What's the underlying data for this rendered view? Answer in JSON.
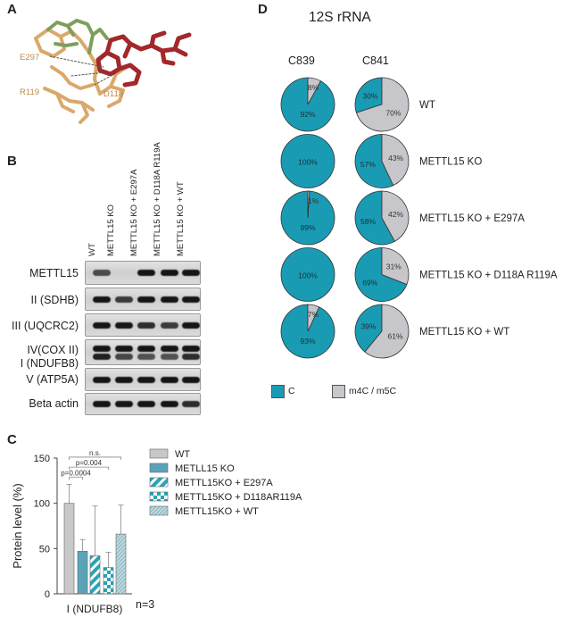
{
  "panels": {
    "A": "A",
    "B": "B",
    "C": "C",
    "D": "D"
  },
  "structure": {
    "residue_labels": [
      "E297",
      "R119",
      "D118"
    ],
    "colors": {
      "residue": "#d9a96a",
      "protein_green": "#7e9e5c",
      "rna_red": "#a3282b"
    }
  },
  "blot": {
    "lanes": [
      "WT",
      "METTL15 KO",
      "METTL15 KO + E297A",
      "METTL15 KO + D118A R119A",
      "METTL15 KO + WT"
    ],
    "rows": [
      {
        "label": "METTL15",
        "bands": [
          0.55,
          0,
          1,
          1,
          1
        ]
      },
      {
        "label": "II (SDHB)",
        "bands": [
          1,
          0.7,
          1,
          1,
          1
        ]
      },
      {
        "label": "III (UQCRC2)",
        "bands": [
          1,
          1,
          0.8,
          0.7,
          1
        ]
      },
      {
        "label_top": "IV(COX II)",
        "label_bottom": "I (NDUFB8)",
        "bands": [
          1,
          1,
          1,
          1,
          1
        ],
        "bands2": [
          0.9,
          0.6,
          0.5,
          0.5,
          0.8
        ]
      },
      {
        "label": "V (ATP5A)",
        "bands": [
          1,
          1,
          1,
          1,
          1
        ]
      },
      {
        "label": "Beta actin",
        "bands": [
          1,
          1,
          1,
          1,
          0.8
        ]
      }
    ]
  },
  "chart_data": {
    "type": "bar",
    "categories": [
      "WT",
      "METLL15 KO",
      "METTL15KO + E297A",
      "METTL15KO + D118AR119A",
      "METTL15KO + WT"
    ],
    "values": [
      100,
      47,
      42,
      29,
      66
    ],
    "errors": [
      21,
      13,
      55,
      17,
      32
    ],
    "colors": [
      "#c8c8c8",
      "#5aa4b8",
      "#28a4b4",
      "#28a4b4",
      "#a9c9cf"
    ],
    "patterns": [
      "solid",
      "solid",
      "stripes",
      "checker",
      "fine-stripes"
    ],
    "ylabel": "Protein level (%)",
    "xlabel": "I (NDUFB8)",
    "ylim": [
      0,
      150
    ],
    "yticks": [
      "0",
      "50",
      "100",
      "150"
    ],
    "significance": [
      "n.s.",
      "p=0.004",
      "p=0.0004"
    ],
    "n_label": "n=3"
  },
  "pies": {
    "title": "12S rRNA",
    "columns": [
      "C839",
      "C841"
    ],
    "colors": {
      "c": "#1a9bb4",
      "m": "#c7c6ca"
    },
    "rows": [
      {
        "label": "WT",
        "left": {
          "c": 92,
          "m": 8,
          "c_label": "92%",
          "m_label": "8%"
        },
        "right": {
          "c": 30,
          "m": 70,
          "c_label": "30%",
          "m_label": "70%"
        }
      },
      {
        "label": "METTL15 KO",
        "left": {
          "c": 100,
          "m": 0,
          "c_label": "100%",
          "m_label": ""
        },
        "right": {
          "c": 57,
          "m": 43,
          "c_label": "57%",
          "m_label": "43%"
        }
      },
      {
        "label": "METTL15 KO + E297A",
        "left": {
          "c": 99,
          "m": 1,
          "c_label": "99%",
          "m_label": "1%"
        },
        "right": {
          "c": 58,
          "m": 42,
          "c_label": "58%",
          "m_label": "42%"
        }
      },
      {
        "label": "METTL15 KO + D118A R119A",
        "left": {
          "c": 100,
          "m": 0,
          "c_label": "100%",
          "m_label": ""
        },
        "right": {
          "c": 69,
          "m": 31,
          "c_label": "69%",
          "m_label": "31%"
        }
      },
      {
        "label": "METTL15 KO + WT",
        "left": {
          "c": 93,
          "m": 7,
          "c_label": "93%",
          "m_label": "7%"
        },
        "right": {
          "c": 39,
          "m": 61,
          "c_label": "39%",
          "m_label": "61%"
        }
      }
    ],
    "legend": [
      "C",
      "m4C / m5C"
    ]
  }
}
